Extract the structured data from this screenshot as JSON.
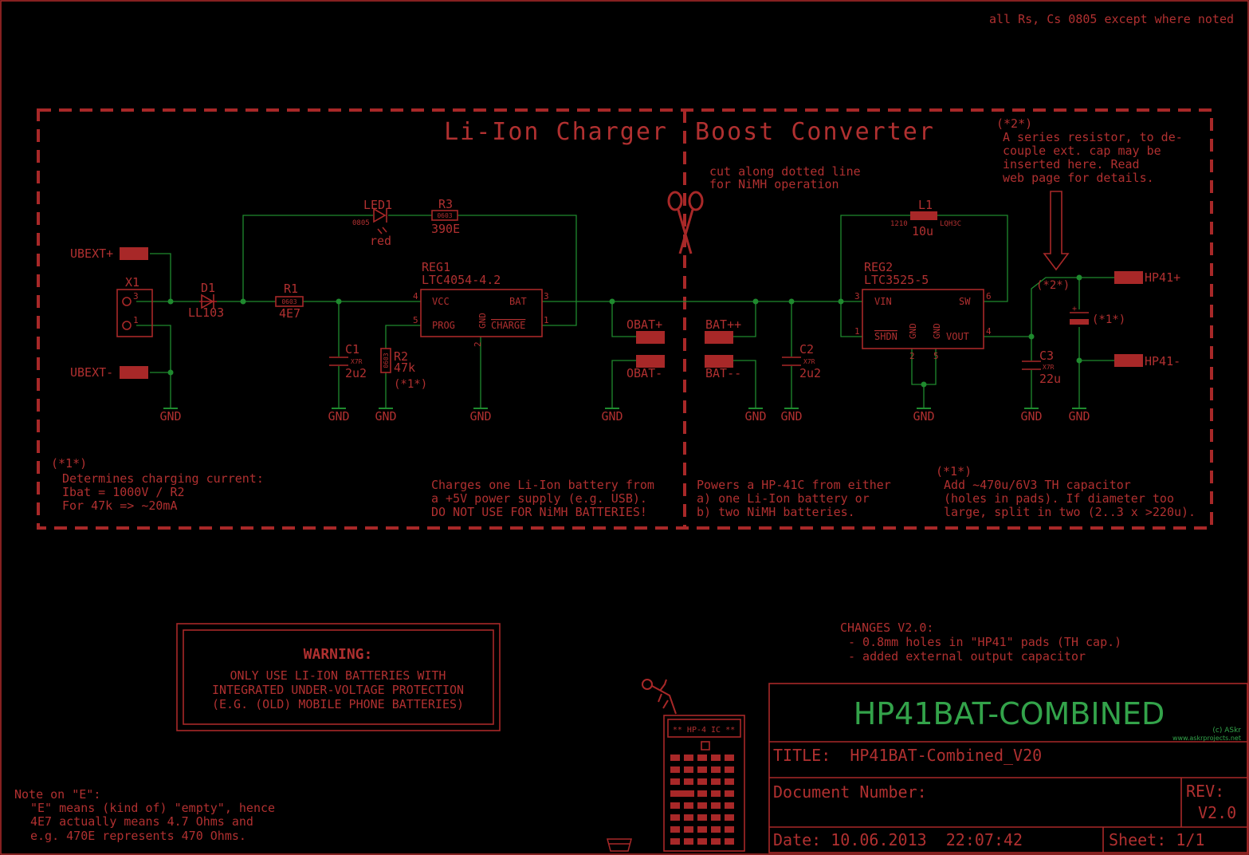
{
  "note_top_right": "all Rs, Cs 0805 except where noted",
  "titles": {
    "charger": "Li-Ion Charger",
    "boost": "Boost Converter"
  },
  "cut_note": [
    "cut along dotted line",
    "for NiMH operation"
  ],
  "series_note": {
    "ref": "(*2*)",
    "lines": [
      "A series resistor, to de-",
      "couple ext. cap may be",
      "inserted here. Read",
      "web page for details."
    ]
  },
  "components": {
    "x1": "X1",
    "d1": {
      "name": "D1",
      "value": "LL103"
    },
    "r1": {
      "name": "R1",
      "value": "4E7",
      "pkg": "0603"
    },
    "led1": {
      "name": "LED1",
      "pkg": "0805",
      "color": "red"
    },
    "r3": {
      "name": "R3",
      "value": "390E",
      "pkg": "0603"
    },
    "reg1": {
      "name": "REG1",
      "value": "LTC4054-4.2",
      "pins": {
        "vcc": "VCC",
        "prog": "PROG",
        "gnd": "GND",
        "bat": "BAT",
        "charge": "CHARGE"
      }
    },
    "c1": {
      "name": "C1",
      "value": "2u2",
      "diel": "X7R"
    },
    "r2": {
      "name": "R2",
      "value": "47k",
      "pkg": "0603",
      "note": "(*1*)"
    },
    "l1": {
      "name": "L1",
      "value": "10u",
      "pkg": "1210",
      "part": "LQH3C"
    },
    "reg2": {
      "name": "REG2",
      "value": "LTC3525-5",
      "pins": {
        "vin": "VIN",
        "shdn": "SHDN",
        "gnd": "GND",
        "sw": "SW",
        "vout": "VOUT"
      }
    },
    "c2": {
      "name": "C2",
      "value": "2u2",
      "diel": "X7R"
    },
    "c3": {
      "name": "C3",
      "value": "22u",
      "diel": "X7R"
    },
    "cap_note": "(*1*)",
    "series_mark": "(*2*)"
  },
  "pads": {
    "ubext_plus": "UBEXT+",
    "ubext_minus": "UBEXT-",
    "obat_plus": "OBAT+",
    "obat_minus": "OBAT-",
    "bat_plus": "BAT++",
    "bat_minus": "BAT--",
    "hp41_plus": "HP41+",
    "hp41_minus": "HP41-"
  },
  "gnd_label": "GND",
  "pin_numbers": {
    "p1": "1",
    "p2": "2",
    "p3": "3",
    "p4": "4",
    "p5": "5",
    "p6": "6"
  },
  "note1": {
    "ref": "(*1*)",
    "lines": [
      "Determines charging current:",
      "Ibat = 1000V / R2",
      "For 47k => ~20mA"
    ]
  },
  "charger_desc": [
    "Charges one Li-Ion battery from",
    "a +5V power supply (e.g. USB).",
    "DO NOT USE FOR NiMH BATTERIES!"
  ],
  "boost_desc": [
    "Powers a HP-41C from either",
    "a) one Li-Ion battery or",
    "b) two NiMH batteries."
  ],
  "cap_desc": {
    "ref": "(*1*)",
    "lines": [
      "Add ~470u/6V3 TH capacitor",
      "(holes in pads). If diameter too",
      "large, split in two (2..3 x >220u)."
    ]
  },
  "warning": {
    "title": "WARNING:",
    "lines": [
      "ONLY USE LI-ION BATTERIES WITH",
      "INTEGRATED UNDER-VOLTAGE PROTECTION",
      "(E.G. (OLD) MOBILE PHONE BATTERIES)"
    ]
  },
  "changes": {
    "title": "CHANGES V2.0:",
    "lines": [
      "- 0.8mm holes in \"HP41\" pads (TH cap.)",
      "- added external output capacitor"
    ]
  },
  "note_e": {
    "title": "Note on \"E\":",
    "lines": [
      "\"E\" means (kind of) \"empty\", hence",
      "4E7 actually means 4.7 Ohms and",
      "e.g. 470E represents 470 Ohms."
    ]
  },
  "calc_display": "** HP-4 IC **",
  "titleblock": {
    "project": "HP41BAT-COMBINED",
    "copyright": "(c) ASkr",
    "url": "www.askrprojects.net",
    "title": "TITLE:  HP41BAT-Combined_V20",
    "doc_number": "Document Number:",
    "rev_label": "REV:",
    "rev_value": "V2.0",
    "date": "Date: 10.06.2013  22:07:42",
    "sheet": "Sheet: 1/1"
  }
}
